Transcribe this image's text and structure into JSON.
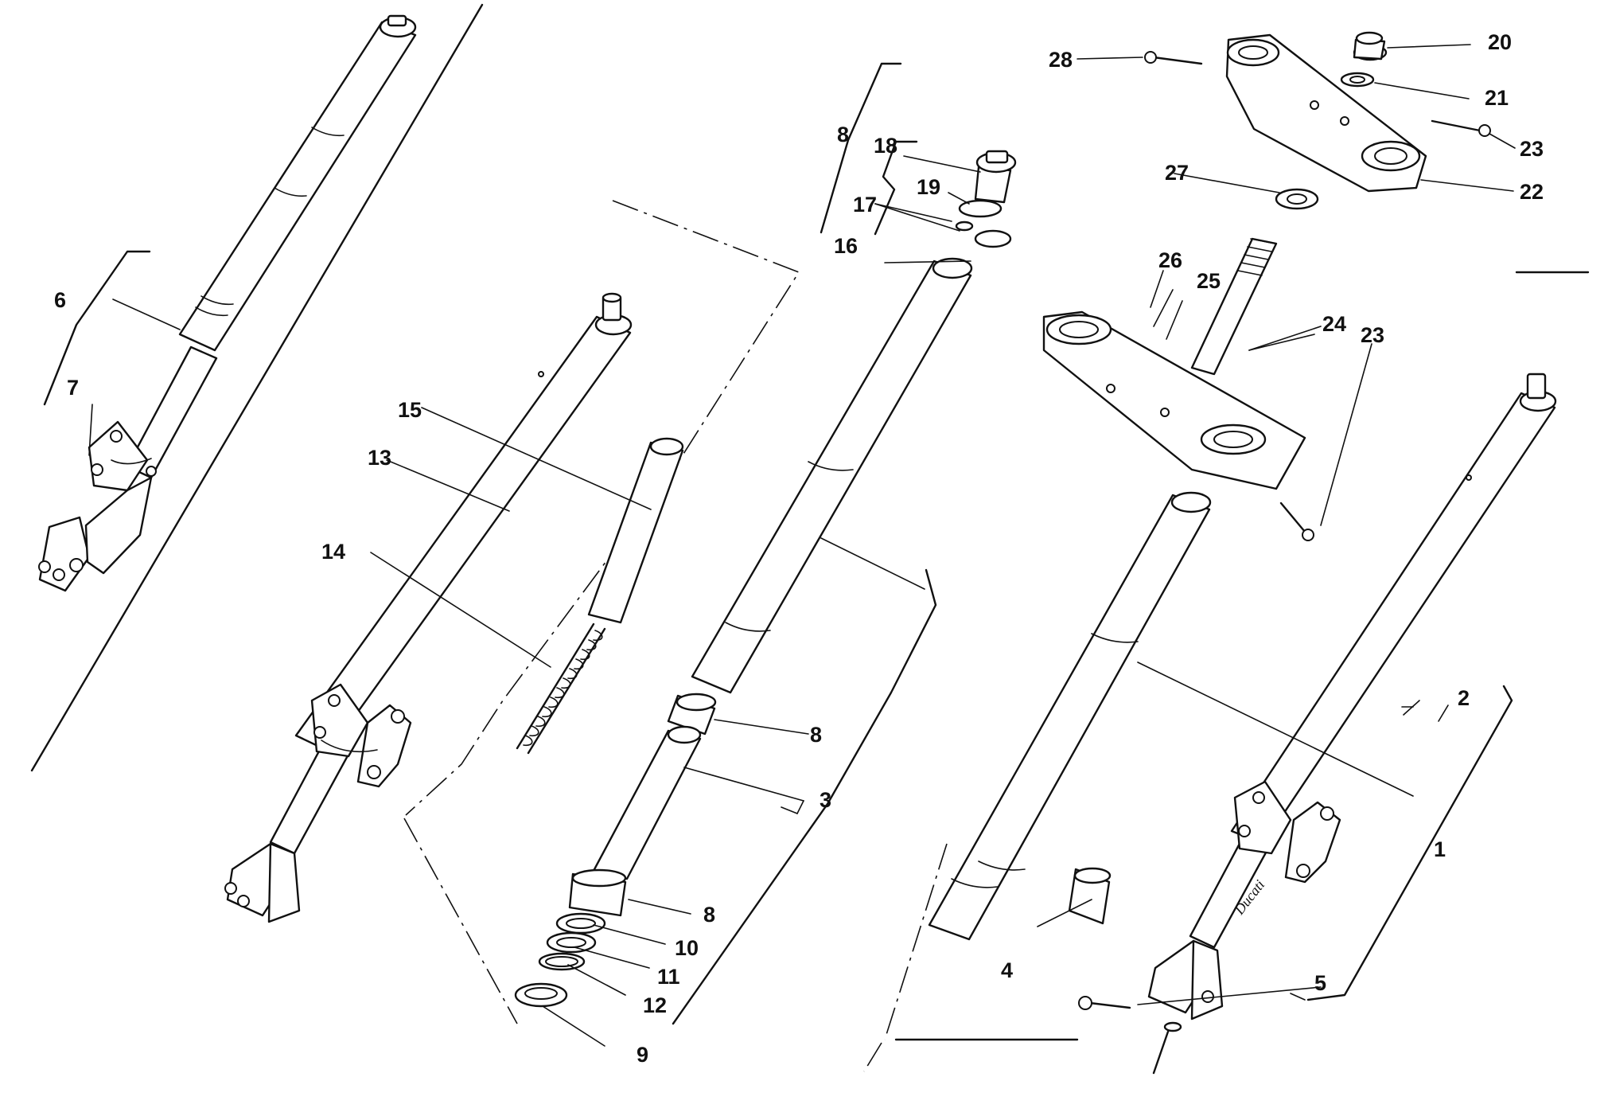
{
  "brand_text": "Ducati",
  "callouts": [
    "1",
    "2",
    "3",
    "4",
    "5",
    "6",
    "7",
    "8",
    "8",
    "8",
    "9",
    "10",
    "11",
    "12",
    "13",
    "14",
    "15",
    "16",
    "17",
    "18",
    "19",
    "20",
    "21",
    "22",
    "23",
    "23",
    "24",
    "25",
    "26",
    "27",
    "28"
  ]
}
